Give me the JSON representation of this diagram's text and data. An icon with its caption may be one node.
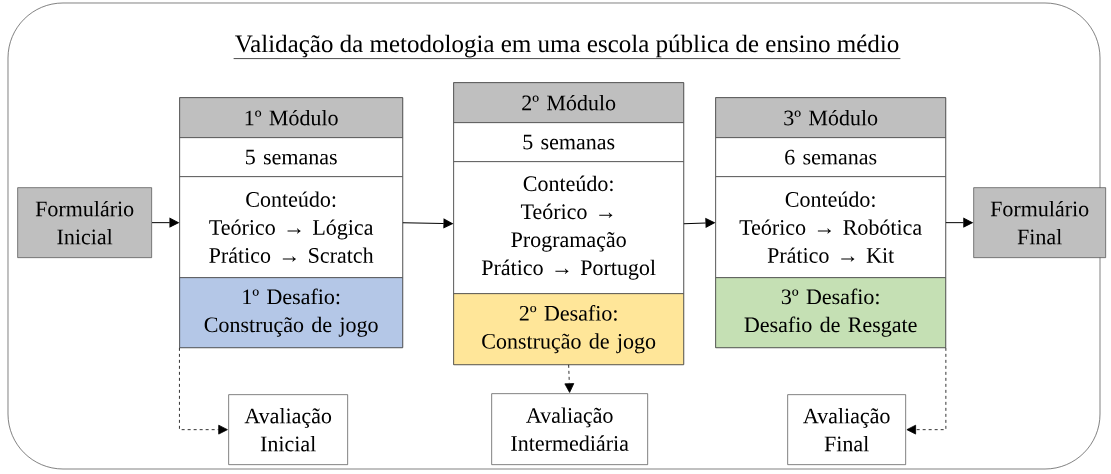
{
  "diagram": {
    "nodes": [
      {
        "text": [
          "Validação da metodologia em uma escola pública de ensino médio"
        ]
      },
      {
        "text": [
          "Formulário Inicial"
        ],
        "in": 0
      },
      {
        "text": [
          "1º Módulo",
          "5 semanas",
          "Conteúdo:",
          "Teórico → Lógica",
          "Prático → Scratch",
          "1º Desafio:",
          "Construção de jogo"
        ],
        "in": 0
      },
      {
        "text": [
          "2º Módulo",
          "5 semanas",
          "Conteúdo:",
          "Teórico → Programação",
          "Prático → Portugol",
          "2º Desafio:",
          "Construção de jogo"
        ],
        "in": 0
      },
      {
        "text": [
          "3º Módulo",
          "6 semanas",
          "Conteúdo:",
          "Teórico → Robótica",
          "Prático → Kit",
          "3º Desafio:",
          "Desafio de Resgate"
        ],
        "in": 0
      },
      {
        "text": [
          "Formulário Final"
        ],
        "in": 0
      },
      {
        "text": [
          "Avaliação Inicial"
        ],
        "in": 0
      },
      {
        "text": [
          "Avaliação Intermediária"
        ],
        "in": 0
      },
      {
        "text": [
          "Avaliação Final"
        ],
        "in": 0
      }
    ],
    "edges": [
      {
        "from": 1,
        "to": 2,
        "arrow": "to"
      },
      {
        "from": 2,
        "to": 3,
        "arrow": "to"
      },
      {
        "from": 3,
        "to": 4,
        "arrow": "to"
      },
      {
        "from": 4,
        "to": 5,
        "arrow": "to"
      },
      {
        "from": 2,
        "to": 6,
        "arrow": "to",
        "style": "dashed"
      },
      {
        "from": 3,
        "to": 7,
        "arrow": "to",
        "style": "dashed"
      },
      {
        "from": 4,
        "to": 8,
        "arrow": "to",
        "style": "dashed"
      }
    ]
  }
}
